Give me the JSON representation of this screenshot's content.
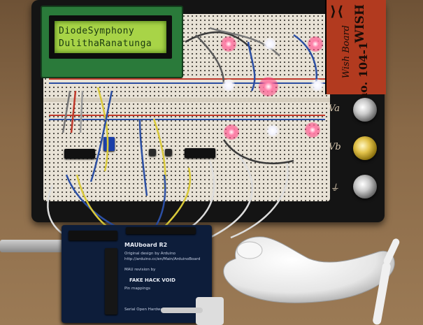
{
  "lcd": {
    "line1": "DiodeSymphony",
    "line2": "DulithaRanatunga"
  },
  "wish_board": {
    "brand": "WISH",
    "board_label": "Wish Board",
    "model": "no. 104-1"
  },
  "terminals": {
    "va": "Va",
    "vb": "Vb"
  },
  "arduino": {
    "title": "MAUboard R2",
    "desc_line1": "Original design by Arduino",
    "desc_line2": "http://arduino.cc/en/Main/ArduinoBoard",
    "desc_line3": "MAU revision by",
    "hack_label": "FAKE HACK VOID",
    "desc_line4": "Pin mappings",
    "desc_line5": "Serial Open Hardware License"
  },
  "colors": {
    "board_base": "#141414",
    "wish_panel": "#b23a1f",
    "lcd_pcb": "#2a7a3a",
    "lcd_backlight": "#a8d447",
    "arduino_pcb": "#0d1d3a",
    "led_red": "#ff3a7a",
    "led_white": "#ffffff"
  }
}
